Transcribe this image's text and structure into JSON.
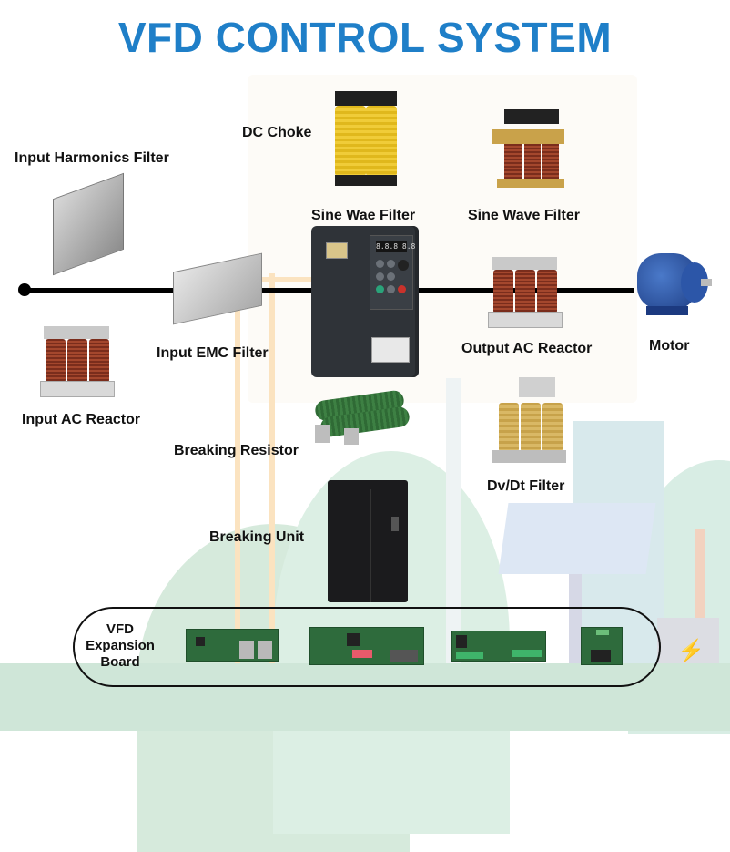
{
  "title": "VFD CONTROL SYSTEM",
  "colors": {
    "title": "#1f7fc8",
    "label": "#111111",
    "connection_line": "#000000"
  },
  "components": {
    "dc_choke": {
      "label": "DC Choke"
    },
    "input_harmonics_filter": {
      "label": "Input Harmonics Filter"
    },
    "sine_wave_filter_left": {
      "label": "Sine Wae Filter"
    },
    "sine_wave_filter_right": {
      "label": "Sine Wave Filter"
    },
    "input_emc_filter": {
      "label": "Input EMC Filter"
    },
    "output_ac_reactor": {
      "label": "Output AC Reactor"
    },
    "motor": {
      "label": "Motor"
    },
    "input_ac_reactor": {
      "label": "Input AC Reactor"
    },
    "breaking_resistor": {
      "label": "Breaking Resistor"
    },
    "dv_dt_filter": {
      "label": "Dv/Dt Filter"
    },
    "breaking_unit": {
      "label": "Breaking Unit"
    },
    "vfd": {
      "display": "8.8.8.8.8"
    }
  },
  "expansion_board": {
    "label_lines": [
      "VFD",
      "Expansion",
      "Board"
    ],
    "boards": [
      "ethernet-board",
      "serial-dip-board",
      "io-terminal-board",
      "compact-board"
    ]
  }
}
